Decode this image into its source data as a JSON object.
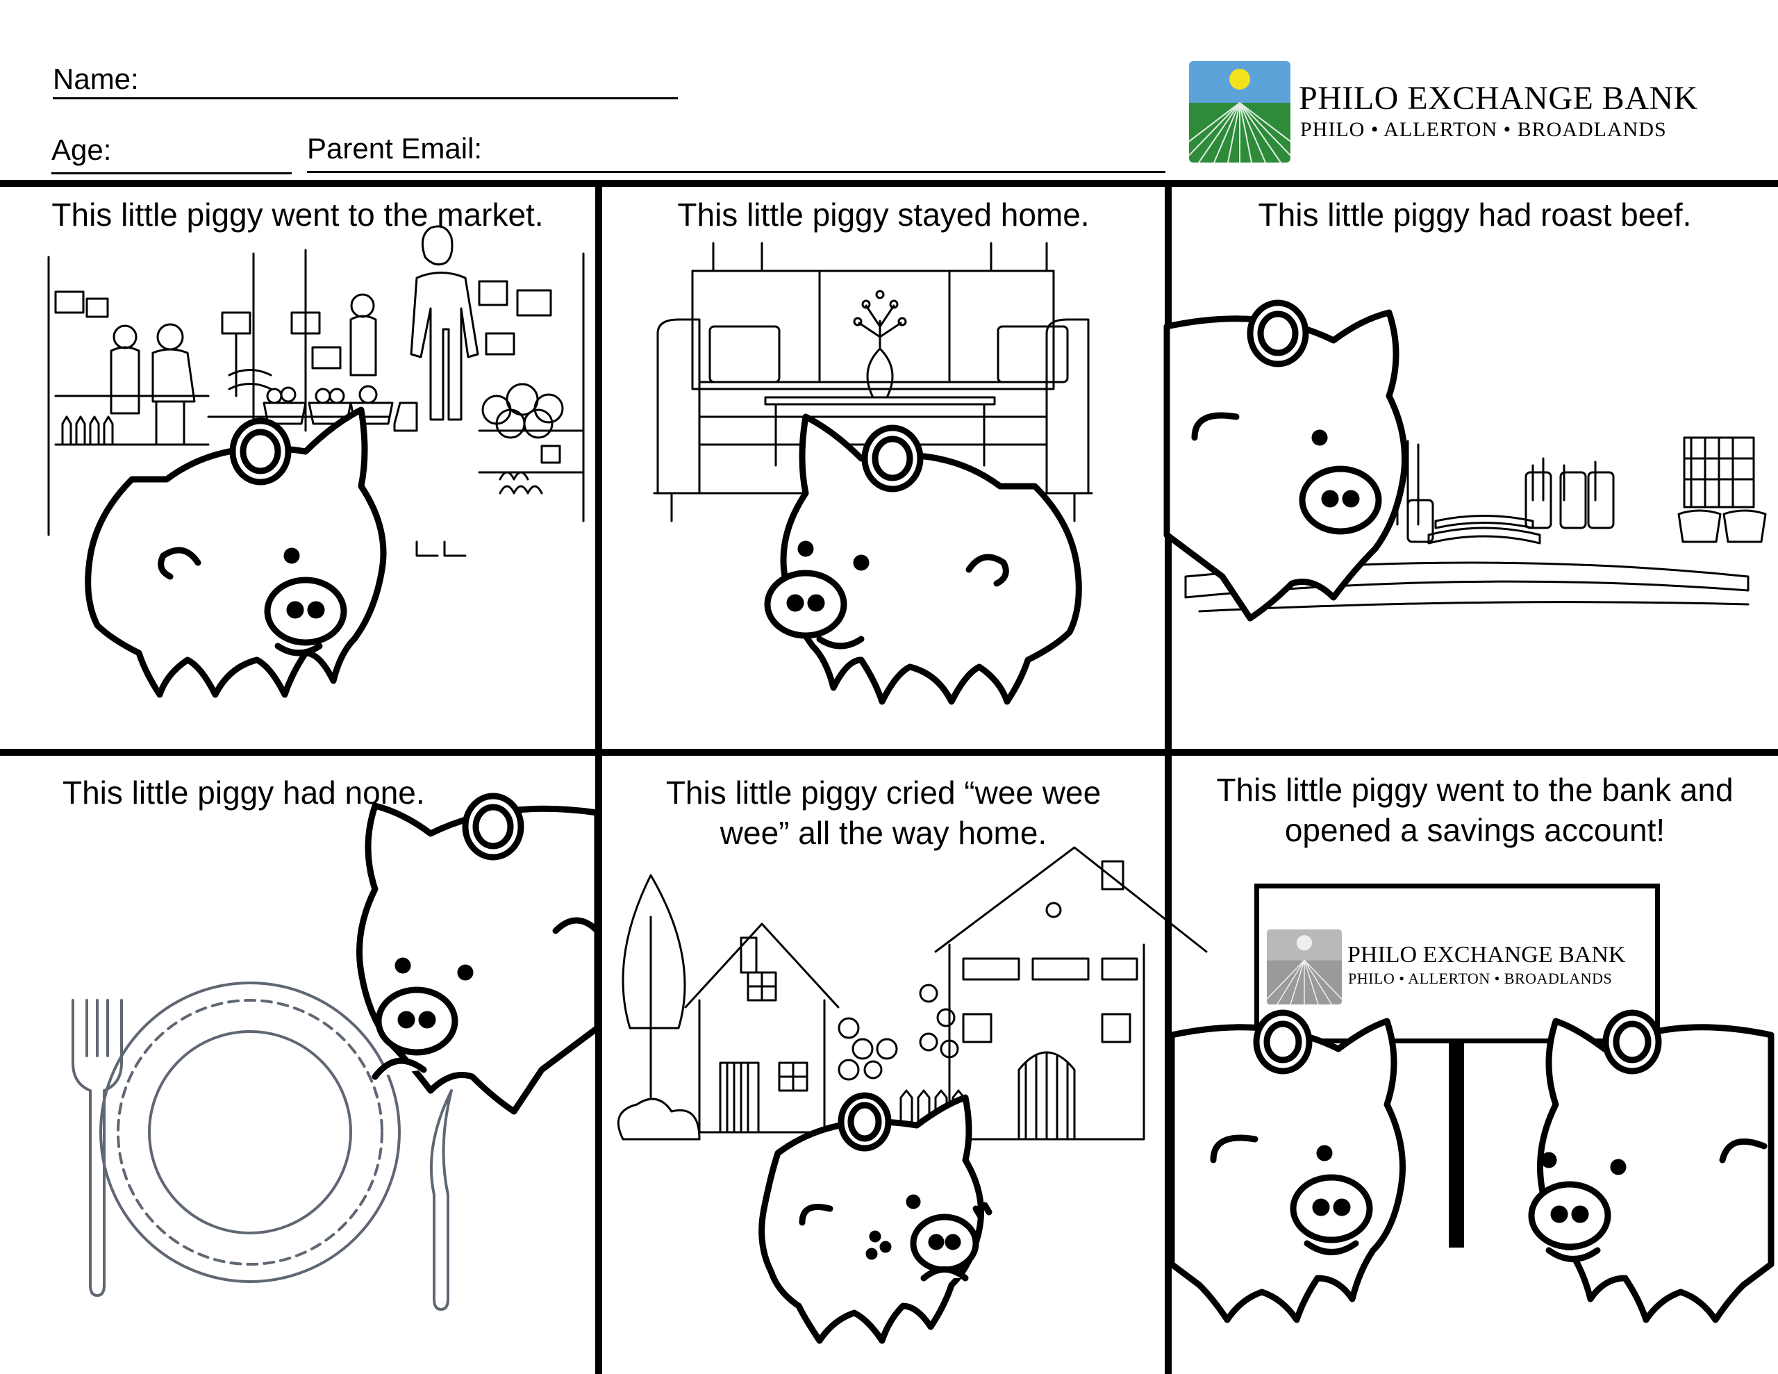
{
  "form": {
    "name_label": "Name:",
    "age_label": "Age:",
    "email_label": "Parent Email:"
  },
  "bank": {
    "name": "PHILO EXCHANGE BANK",
    "locations": "PHILO • ALLERTON • BROADLANDS",
    "colors": {
      "sky": "#5ba3d9",
      "sun": "#f2e21b",
      "field": "#2e8b3a"
    }
  },
  "panels": [
    {
      "caption": "This little piggy went to the market."
    },
    {
      "caption": "This little piggy stayed home."
    },
    {
      "caption": "This little piggy had roast beef."
    },
    {
      "caption": "This little piggy had none."
    },
    {
      "caption_line1": "This little piggy cried “wee wee",
      "caption_line2": "wee” all the way home."
    },
    {
      "caption_line1": "This little piggy went to the bank and",
      "caption_line2": "opened a savings account!"
    }
  ]
}
